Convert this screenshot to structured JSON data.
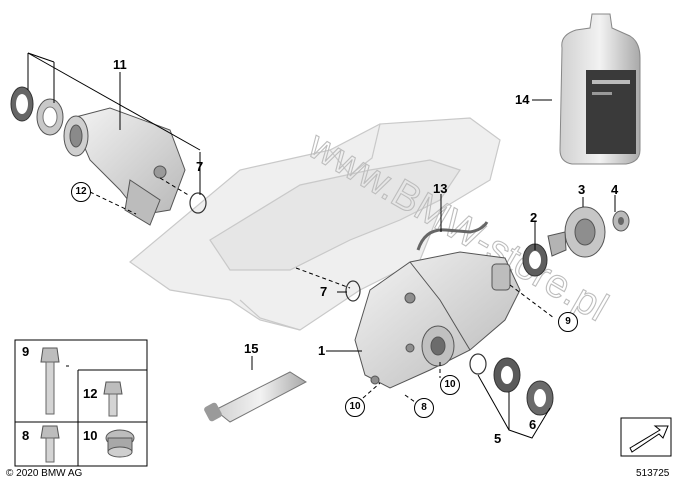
{
  "callouts": {
    "c1": "1",
    "c2": "2",
    "c3": "3",
    "c4": "4",
    "c5": "5",
    "c6": "6",
    "c7a": "7",
    "c7b": "7",
    "c8": "8",
    "c9": "9",
    "c9r": "9",
    "c10": "10",
    "c10b": "10",
    "c10c": "10",
    "c11": "11",
    "c12": "12",
    "c12b": "12",
    "c13": "13",
    "c14": "14",
    "c15": "15",
    "c8r": "8"
  },
  "copyright": "© 2020 BMW AG",
  "diagram_number": "513725",
  "watermark": "www.BMW-store.pl",
  "colors": {
    "line": "#000000",
    "part": "#d9d9d9",
    "part_dark": "#9a9a9a",
    "ghost": "#ececec"
  }
}
